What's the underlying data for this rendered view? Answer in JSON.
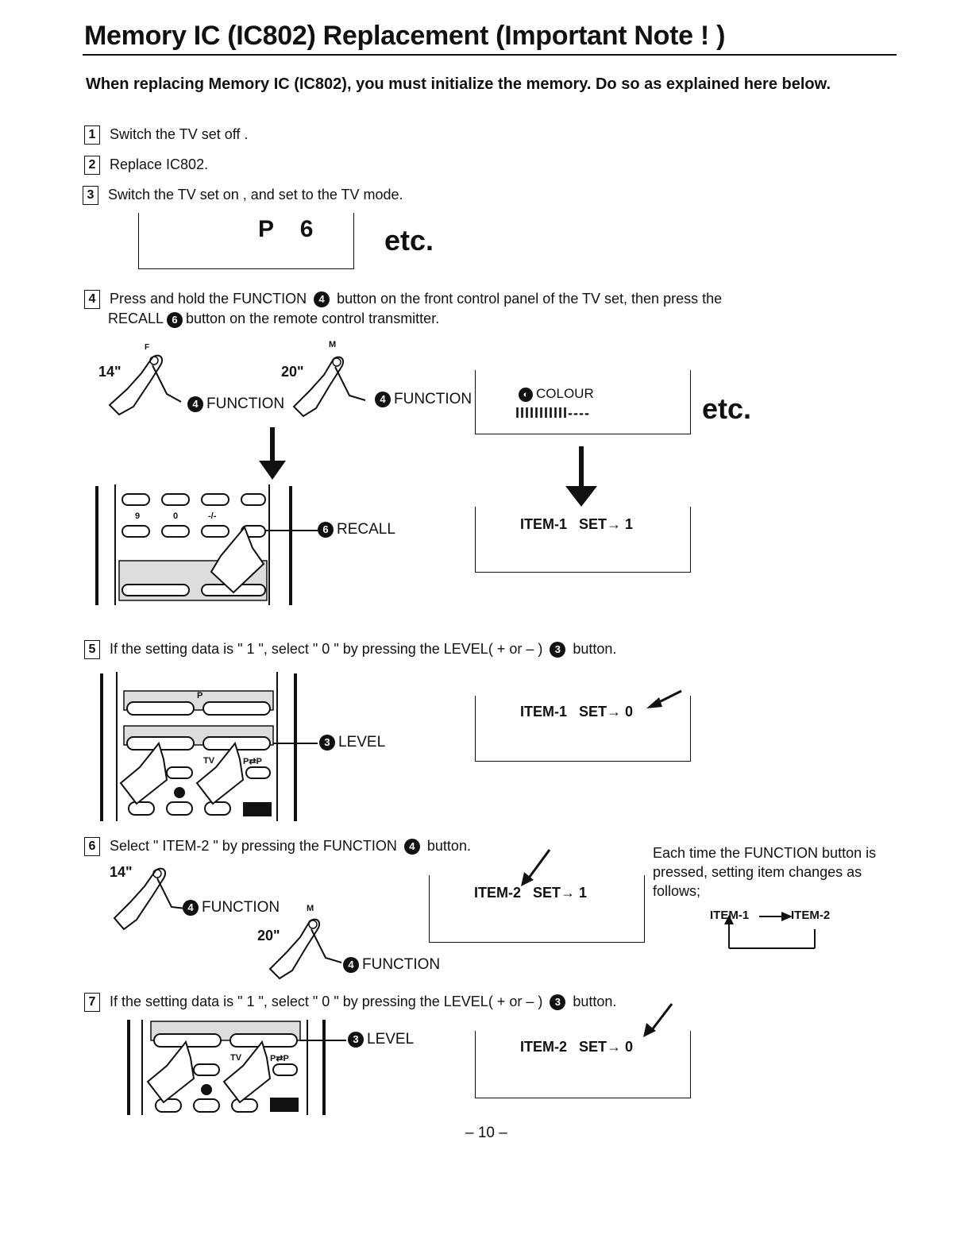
{
  "title": "Memory IC (IC802) Replacement  (Important Note ! )",
  "intro": "When replacing Memory IC (IC802), you must initialize the memory. Do so as explained here below.",
  "steps": [
    {
      "num": "1",
      "text": "Switch the TV set off ."
    },
    {
      "num": "2",
      "text": "Replace IC802."
    },
    {
      "num": "3",
      "text": "Switch the TV set on , and set to the TV mode."
    },
    {
      "num": "4",
      "text_a": "Press and hold the FUNCTION",
      "text_b": "button on the front control panel of the TV set, then press the",
      "text_c": "RECALL",
      "text_d": "button on the remote control transmitter."
    },
    {
      "num": "5",
      "text_a": "If the setting data is \" 1 \", select \" 0 \" by pressing the LEVEL( + or – )",
      "text_b": "button."
    },
    {
      "num": "6",
      "text_a": "Select \" ITEM-2 \" by pressing the FUNCTION",
      "text_b": "button."
    },
    {
      "num": "7",
      "text_a": "If the setting data is \" 1 \", select \" 0 \" by pressing the LEVEL( + or – )",
      "text_b": "button."
    }
  ],
  "badges": {
    "function": "4",
    "recall": "6",
    "level": "3"
  },
  "display_p6": "P    6",
  "etc": "etc.",
  "labels": {
    "function": "FUNCTION",
    "recall": "RECALL",
    "level": "LEVEL",
    "size14": "14\"",
    "size20": "20\"",
    "m": "M",
    "f": "F",
    "colour": "COLOUR",
    "colour_bar": "IIIIIIIIIII----"
  },
  "screens": {
    "item1_set1": "ITEM-1   SET→ 1",
    "item1_set0": "ITEM-1   SET→ 0",
    "item2_set1": "ITEM-2   SET→ 1",
    "item2_set0": "ITEM-2   SET→ 0"
  },
  "remote_keys": {
    "k9": "9",
    "k0": "0",
    "kdash": "-/-",
    "p": "P",
    "tv": "TV",
    "pp": "P⇄P"
  },
  "note": "Each time the FUNCTION button is pressed, setting item changes as follows;",
  "cycle": {
    "from": "ITEM-1",
    "to": "ITEM-2"
  },
  "page_number": "– 10 –"
}
